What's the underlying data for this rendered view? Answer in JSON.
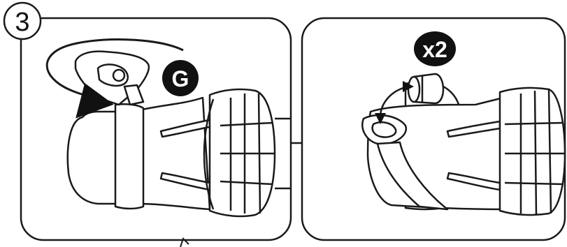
{
  "step": {
    "number": "3"
  },
  "left_panel": {
    "part_badge": "G",
    "badge_color": "#111111",
    "icons": [
      "rotate-arrow-icon",
      "suction-mount-icon",
      "hose-nozzle-icon"
    ]
  },
  "right_panel": {
    "count_badge": "x2",
    "badge_color": "#111111",
    "icons": [
      "double-arrow-icon",
      "connector-icon",
      "hose-nozzle-icon"
    ]
  },
  "colors": {
    "line": "#1a1a1a",
    "background": "#ffffff"
  }
}
